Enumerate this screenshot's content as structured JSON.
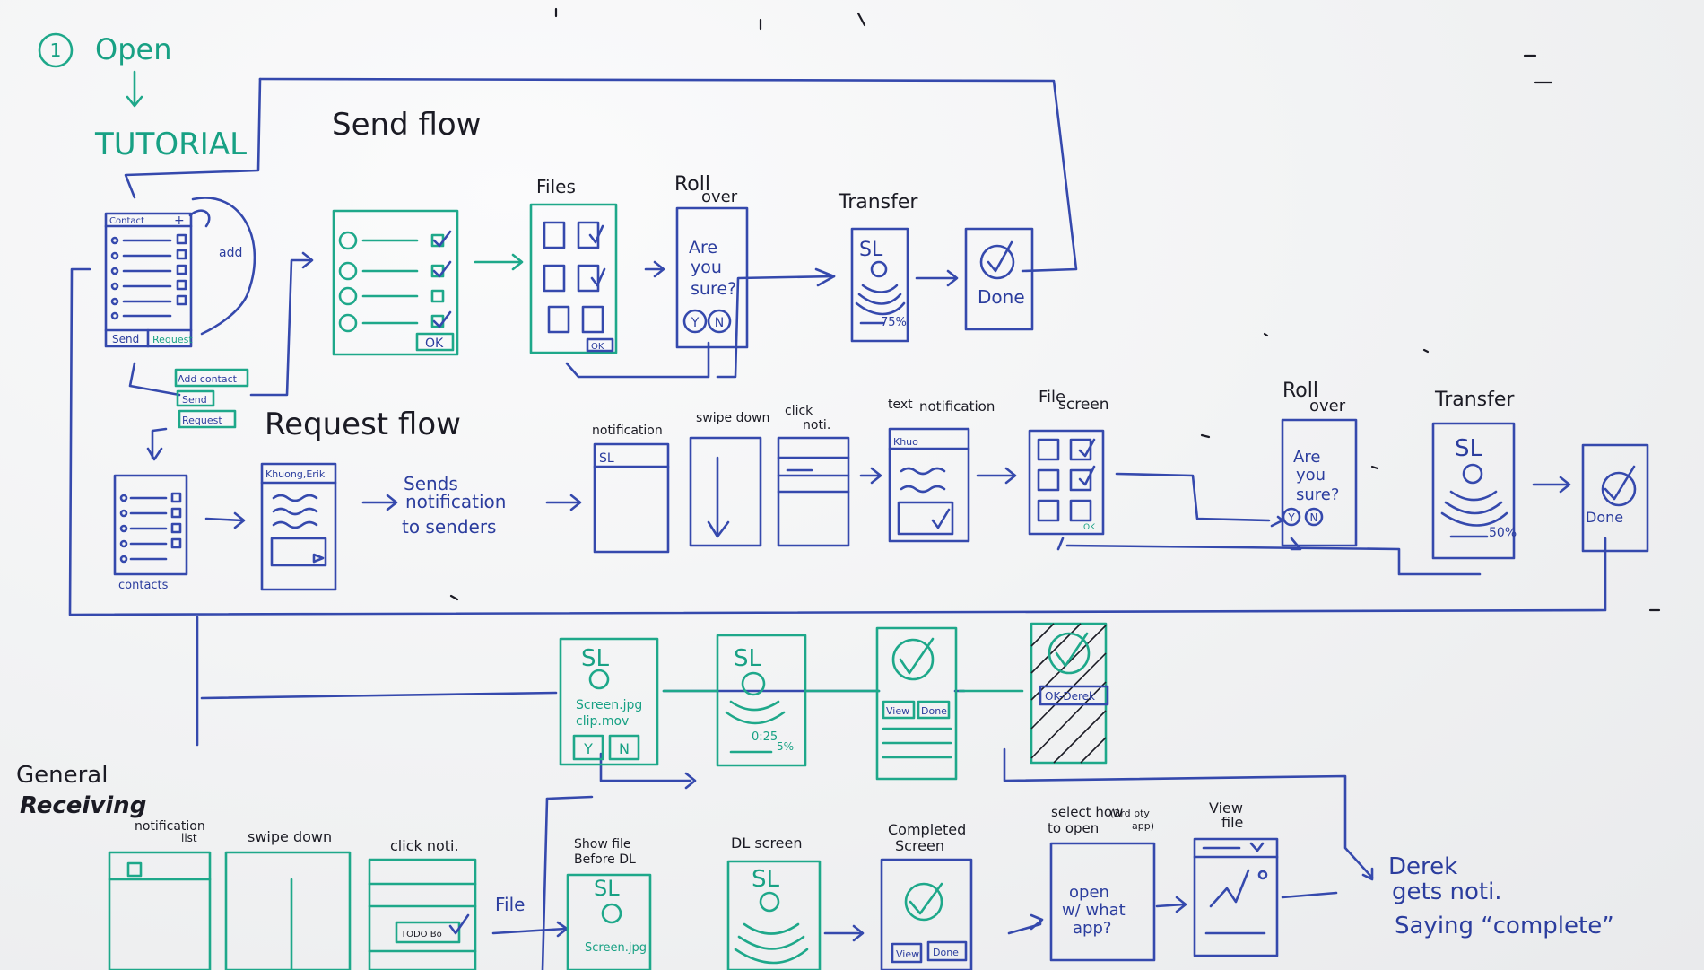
{
  "header": {
    "step_num": "1",
    "open": "Open",
    "tutorial": "TUTORIAL"
  },
  "sections": {
    "send_flow": "Send flow",
    "request_flow": "Request flow",
    "general_line1": "General",
    "general_line2": "Receiving"
  },
  "send": {
    "contact_list": {
      "header": "Contact",
      "plus": "+",
      "add": "add",
      "send": "Send",
      "request": "Request"
    },
    "menu": {
      "add_contact": "Add contact",
      "send": "Send",
      "request": "Request"
    },
    "list_ok": "OK",
    "files": {
      "label": "Files",
      "ok": "OK"
    },
    "rollover": {
      "label1": "Roll",
      "label2": "over",
      "q1": "Are",
      "q2": "you",
      "q3": "sure?",
      "y": "Y",
      "n": "N"
    },
    "transfer": {
      "label": "Transfer",
      "logo": "SL",
      "percent": "75%"
    },
    "done": "Done"
  },
  "request": {
    "contacts_label": "contacts",
    "message_header": "Khuong,Erik",
    "sends_note": {
      "l1": "Sends",
      "l2": "notification",
      "l3": "to senders"
    },
    "notification": {
      "label": "notification",
      "content": "SL"
    },
    "swipe_down": "swipe down",
    "click_noti": {
      "l1": "click",
      "l2": "noti."
    },
    "text_notification": {
      "l1": "text",
      "l2": "notification",
      "header": "Khuo"
    },
    "file_screen": {
      "l1": "File",
      "l2": "screen",
      "ok": "OK"
    },
    "rollover": {
      "label1": "Roll",
      "label2": "over",
      "q1": "Are",
      "q2": "you",
      "q3": "sure?",
      "y": "Y",
      "n": "N"
    },
    "transfer": {
      "label": "Transfer",
      "logo": "SL",
      "percent": "50%"
    },
    "done": "Done"
  },
  "receive_top": {
    "s1": {
      "logo": "SL",
      "file1": "Screen.jpg",
      "file2": "clip.mov",
      "y": "Y",
      "n": "N"
    },
    "s2": {
      "logo": "SL",
      "time": "0:25",
      "percent": "5%"
    },
    "s3": {
      "view": "View",
      "done": "Done"
    },
    "s4": {
      "label": "OK-Derek"
    }
  },
  "general": {
    "notification_list": {
      "l1": "notification",
      "l2": "list"
    },
    "swipe_down": "swipe down",
    "click_noti": "click noti.",
    "click_box": "TODO Bo",
    "file_label": "File",
    "show_file": {
      "l1": "Show file",
      "l2": "Before DL",
      "logo": "SL",
      "file": "Screen.jpg"
    },
    "dl_screen": {
      "label": "DL screen",
      "logo": "SL"
    },
    "completed": {
      "l1": "Completed",
      "l2": "Screen",
      "view": "View",
      "done": "Done"
    },
    "select_how": {
      "l1": "select how",
      "l2": "to open",
      "l3": "(3rd pty",
      "l4": "app)",
      "open1": "open",
      "open2": "w/ what",
      "open3": "app?"
    },
    "view_file": {
      "l1": "View",
      "l2": "file"
    },
    "derek_note": {
      "l1": "Derek",
      "l2": "gets noti.",
      "l3": "Saying “complete”"
    }
  }
}
